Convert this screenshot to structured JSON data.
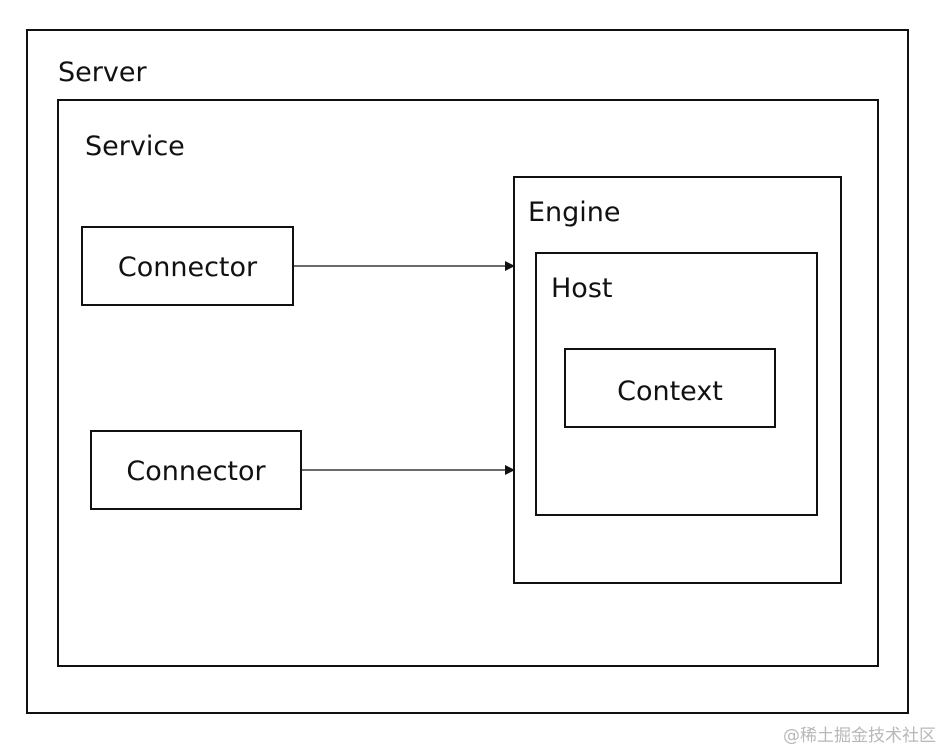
{
  "diagram": {
    "server": {
      "label": "Server"
    },
    "service": {
      "label": "Service"
    },
    "connectors": [
      {
        "label": "Connector"
      },
      {
        "label": "Connector"
      }
    ],
    "engine": {
      "label": "Engine"
    },
    "host": {
      "label": "Host"
    },
    "context": {
      "label": "Context"
    },
    "edges": [
      {
        "from": "connector-1",
        "to": "engine"
      },
      {
        "from": "connector-2",
        "to": "engine"
      }
    ]
  },
  "watermark": "@稀土掘金技术社区"
}
